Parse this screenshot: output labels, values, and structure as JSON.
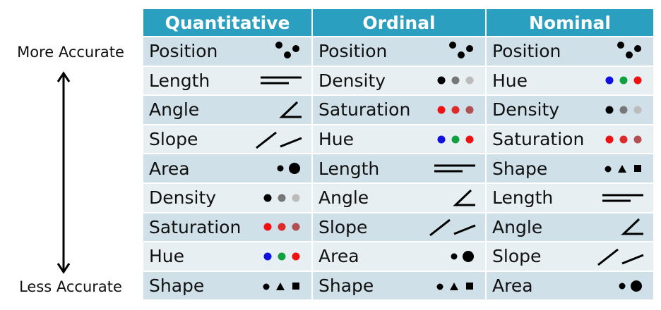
{
  "side": {
    "top": "More Accurate",
    "bottom": "Less Accurate"
  },
  "colors": {
    "header": "#2b9fbf",
    "row_odd": "#cfe0e8",
    "row_even": "#e8eff3",
    "blue": "#1010e0",
    "green": "#10a040",
    "red": "#ee1111",
    "dark_gray": "#777777",
    "light_gray": "#bbbbbb",
    "sat_dark": "#b05050",
    "sat_mid": "#dd2a2a"
  },
  "columns": [
    {
      "title": "Quantitative",
      "rows": [
        {
          "label": "Position",
          "icon": "position-icon"
        },
        {
          "label": "Length",
          "icon": "length-icon"
        },
        {
          "label": "Angle",
          "icon": "angle-icon"
        },
        {
          "label": "Slope",
          "icon": "slope-icon"
        },
        {
          "label": "Area",
          "icon": "area-icon"
        },
        {
          "label": "Density",
          "icon": "density-icon"
        },
        {
          "label": "Saturation",
          "icon": "saturation-icon"
        },
        {
          "label": "Hue",
          "icon": "hue-icon"
        },
        {
          "label": "Shape",
          "icon": "shape-icon"
        }
      ]
    },
    {
      "title": "Ordinal",
      "rows": [
        {
          "label": "Position",
          "icon": "position-icon"
        },
        {
          "label": "Density",
          "icon": "density-icon"
        },
        {
          "label": "Saturation",
          "icon": "saturation-icon"
        },
        {
          "label": "Hue",
          "icon": "hue-icon"
        },
        {
          "label": "Length",
          "icon": "length-icon"
        },
        {
          "label": "Angle",
          "icon": "angle-icon"
        },
        {
          "label": "Slope",
          "icon": "slope-icon"
        },
        {
          "label": "Area",
          "icon": "area-icon"
        },
        {
          "label": "Shape",
          "icon": "shape-icon"
        }
      ]
    },
    {
      "title": "Nominal",
      "rows": [
        {
          "label": "Position",
          "icon": "position-icon"
        },
        {
          "label": "Hue",
          "icon": "hue-icon"
        },
        {
          "label": "Density",
          "icon": "density-icon"
        },
        {
          "label": "Saturation",
          "icon": "saturation-icon"
        },
        {
          "label": "Shape",
          "icon": "shape-icon"
        },
        {
          "label": "Length",
          "icon": "length-icon"
        },
        {
          "label": "Angle",
          "icon": "angle-icon"
        },
        {
          "label": "Slope",
          "icon": "slope-icon"
        },
        {
          "label": "Area",
          "icon": "area-icon"
        }
      ]
    }
  ]
}
